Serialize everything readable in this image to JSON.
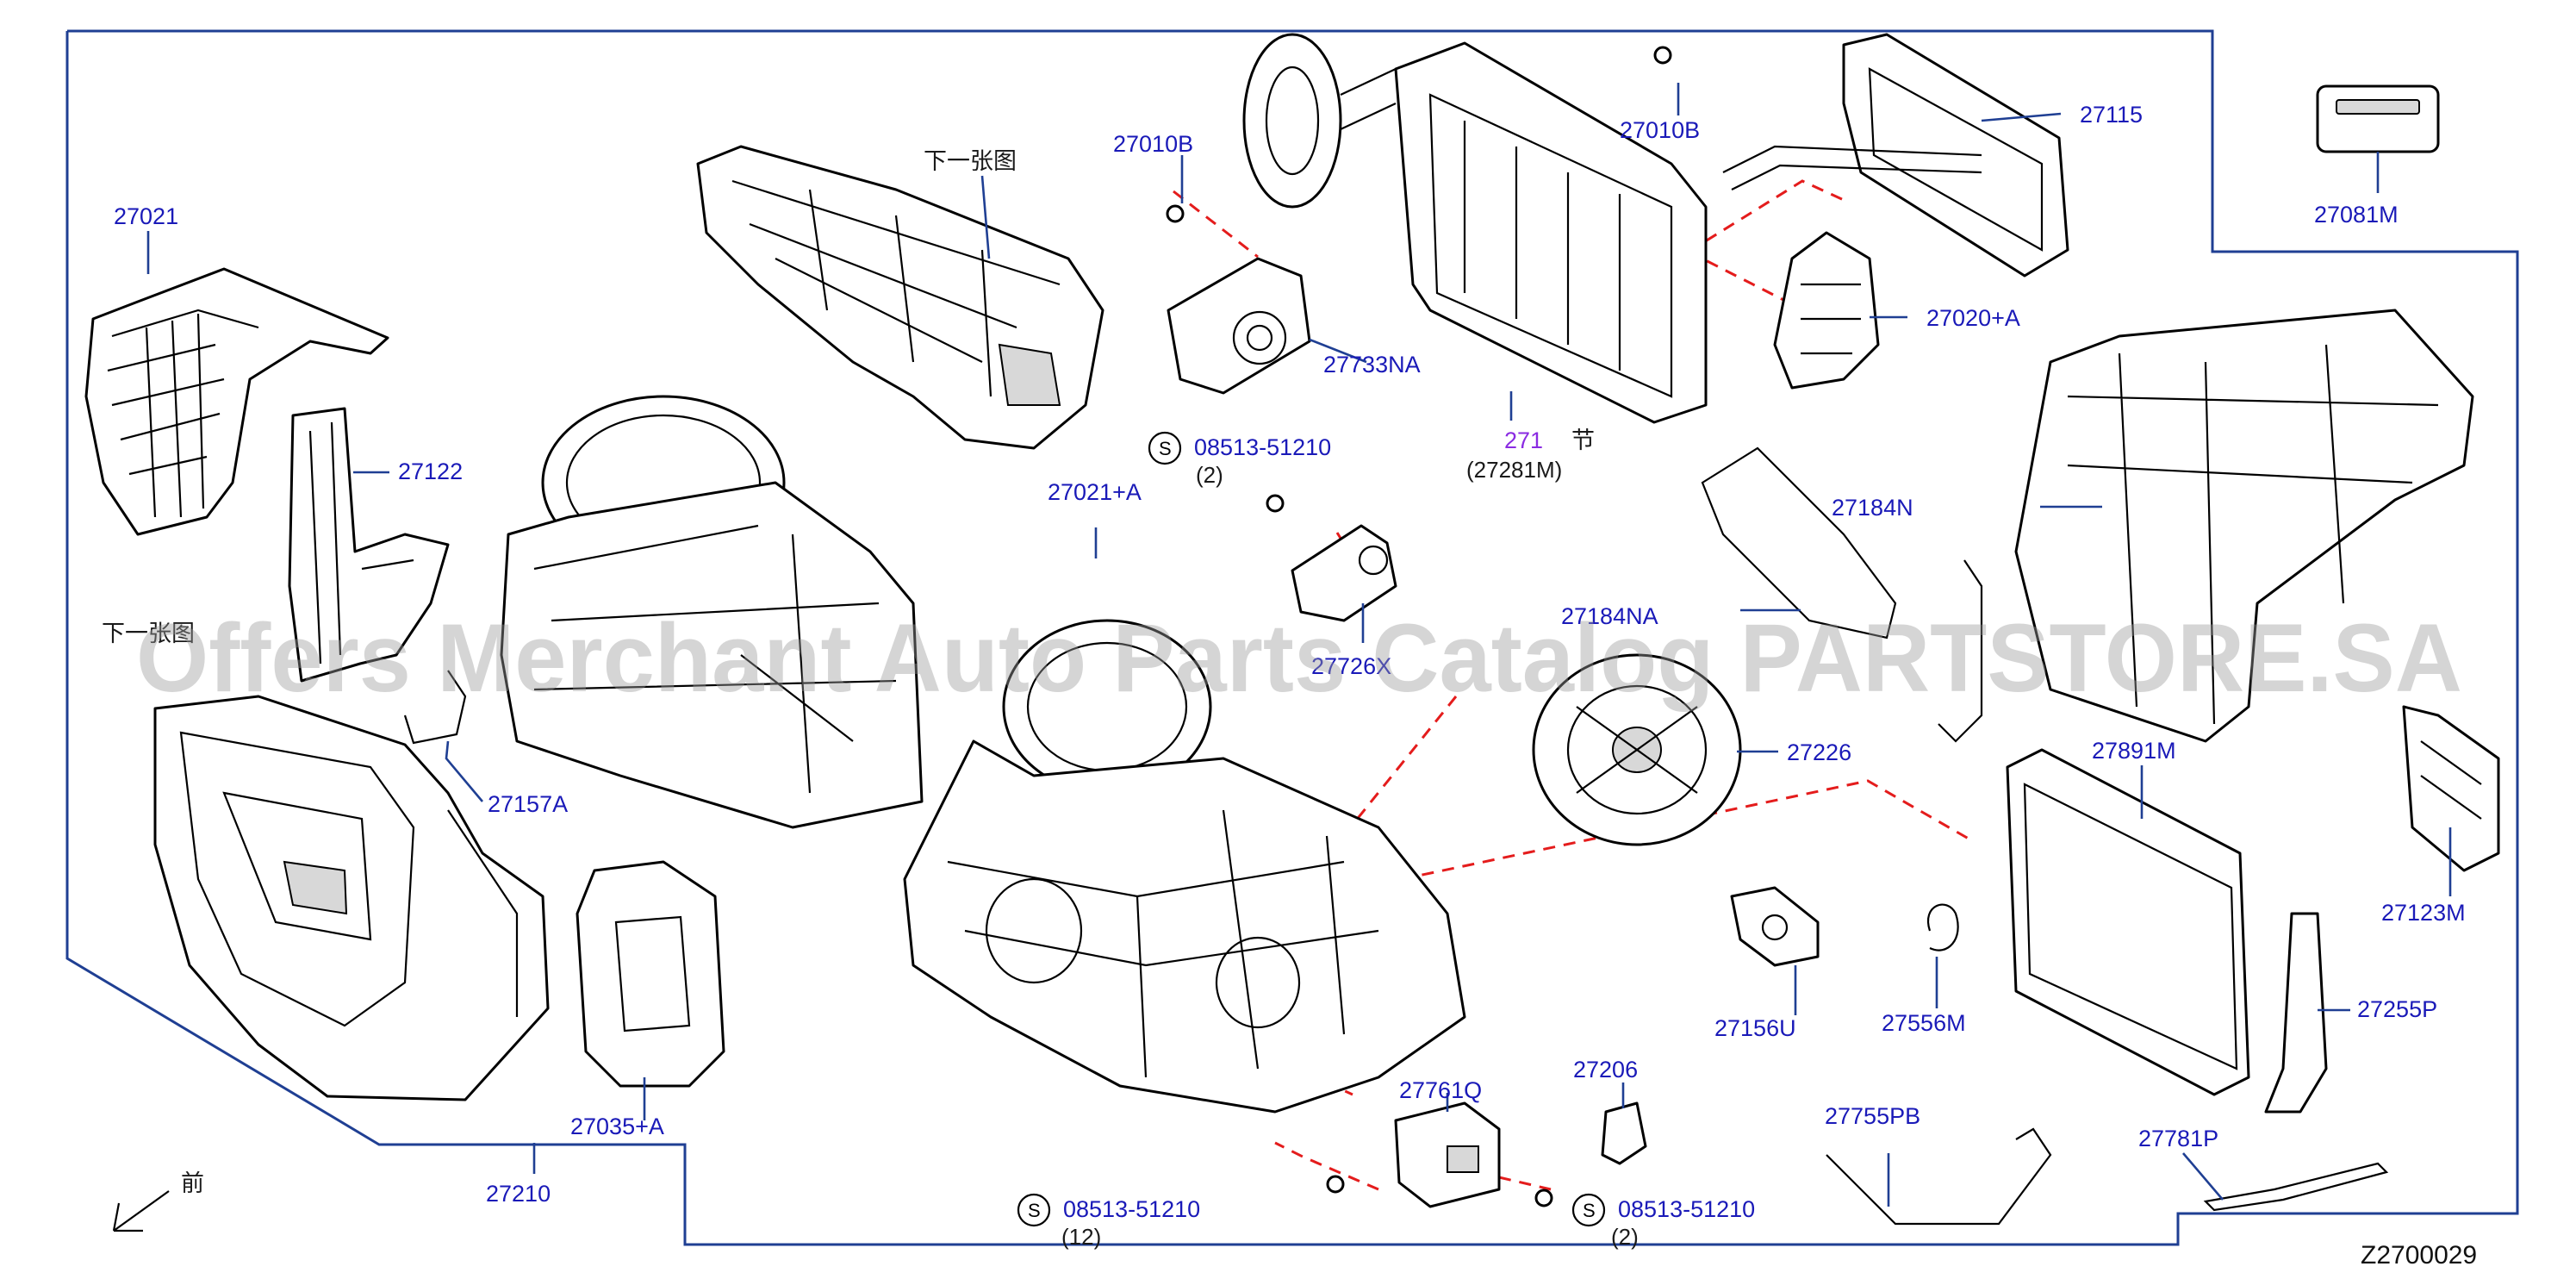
{
  "labels": {
    "p27021": "27021",
    "p27122": "27122",
    "next_top": "下一张图",
    "next_left": "下一张图",
    "p27157a": "27157A",
    "p27210": "27210",
    "p27035a": "27035+A",
    "p27010b_left": "27010B",
    "p27733na": "27733NA",
    "s1_code": "08513-51210",
    "s1_qty": "(2)",
    "p27021a": "27021+A",
    "p27726x": "27726X",
    "p271": "271",
    "p271_suffix": "节",
    "p27281m": "(27281M)",
    "p27010b_right": "27010B",
    "p27115": "27115",
    "p27020a": "27020+A",
    "p27081m": "27081M",
    "p27184n": "27184N",
    "p27184na": "27184NA",
    "p27226": "27226",
    "p27891m": "27891M",
    "p27123m": "27123M",
    "p27156u": "27156U",
    "p27556m": "27556M",
    "p27255p": "27255P",
    "p27206": "27206",
    "p27761q": "27761Q",
    "p27755pb": "27755PB",
    "p27781p": "27781P",
    "s2_code": "08513-51210",
    "s2_qty": "(12)",
    "s3_code": "08513-51210",
    "s3_qty": "(2)",
    "s_letter": "S",
    "front": "前",
    "diagram_id": "Z2700029"
  },
  "watermark": "Offers Merchant Auto Parts Catalog PARTSTORE.SA",
  "colors": {
    "label": "#1a1ab8",
    "frame": "#1f3f93",
    "dashed_guide": "#e41c1c",
    "highlight_label": "#8a2be2"
  },
  "icons": {
    "screw": "screw-icon",
    "front_arrow": "front-arrow-icon"
  }
}
